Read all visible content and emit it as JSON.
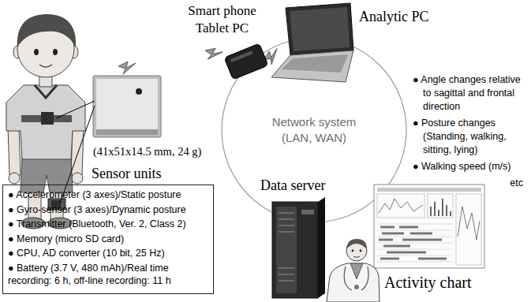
{
  "diagram": {
    "nodes": [
      {
        "text": [
          "Sensor units",
          "● Accelerometer (3 axes)/Static posture",
          "● Gyro-sensor (3 axes)/Dynamic posture",
          "● Transmitter (Bluetooth, Ver. 2, Class 2)",
          "● Memory (micro SD card)",
          "● CPU, AD converter (10 bit, 25 Hz)",
          "● Battery (3.7 V, 480 mAh)/Real time recording: 6 h, off-line recording: 11 h"
        ]
      },
      {
        "text": [
          "Network system (LAN, WAN)"
        ]
      }
    ],
    "labels": [
      "Smart phone Tablet PC",
      "Analytic PC",
      "(41x51x14.5 mm, 24 g)",
      "● Angle changes relative to sagittal and frontal direction",
      "● Posture changes (Standing, walking, sitting, lying)",
      "● Walking speed (m/s)",
      "etc",
      "Data server",
      "Activity chart"
    ]
  }
}
